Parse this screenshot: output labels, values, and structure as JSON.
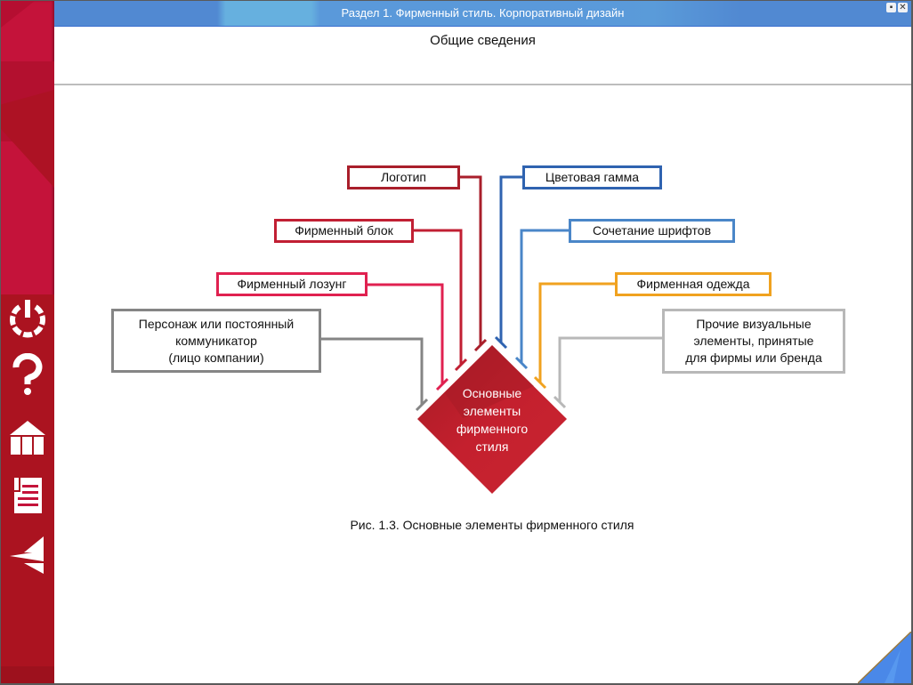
{
  "window": {
    "title": "Раздел 1. Фирменный стиль. Корпоративный дизайн",
    "minimize_icon": "minimize-icon",
    "close_icon": "close-icon"
  },
  "page": {
    "subtitle": "Общие сведения"
  },
  "sidebar": {
    "items": [
      {
        "name": "exit",
        "icon": "power-icon"
      },
      {
        "name": "help",
        "icon": "question-icon"
      },
      {
        "name": "home",
        "icon": "home-icon"
      },
      {
        "name": "contents",
        "icon": "document-list-icon"
      },
      {
        "name": "back",
        "icon": "back-arrow-icon"
      }
    ]
  },
  "diagram": {
    "center": {
      "label": "Основные элементы фирменного стиля",
      "lines": [
        "Основные",
        "элементы",
        "фирменного",
        "стиля"
      ],
      "color": "#c4202e"
    },
    "left_nodes": [
      {
        "label": "Логотип",
        "color": "#a91f2b"
      },
      {
        "label": "Фирменный блок",
        "color": "#c11f33"
      },
      {
        "label": "Фирменный лозунг",
        "color": "#e02150"
      },
      {
        "label": "Персонаж или постоянный коммуникатор (лицо компании)",
        "lines": [
          "Персонаж или постоянный",
          "коммуникатор",
          "(лицо компании)"
        ],
        "color": "#858585"
      }
    ],
    "right_nodes": [
      {
        "label": "Цветовая гамма",
        "color": "#2f63b0"
      },
      {
        "label": "Сочетание шрифтов",
        "color": "#4a86c8"
      },
      {
        "label": "Фирменная одежда",
        "color": "#f0a21f"
      },
      {
        "label": "Прочие визуальные элементы, принятые для фирмы или бренда",
        "lines": [
          "Прочие визуальные",
          "элементы, принятые",
          "для фирмы или бренда"
        ],
        "color": "#b8b8b8"
      }
    ],
    "caption": "Рис. 1.3. Основные элементы фирменного стиля"
  }
}
